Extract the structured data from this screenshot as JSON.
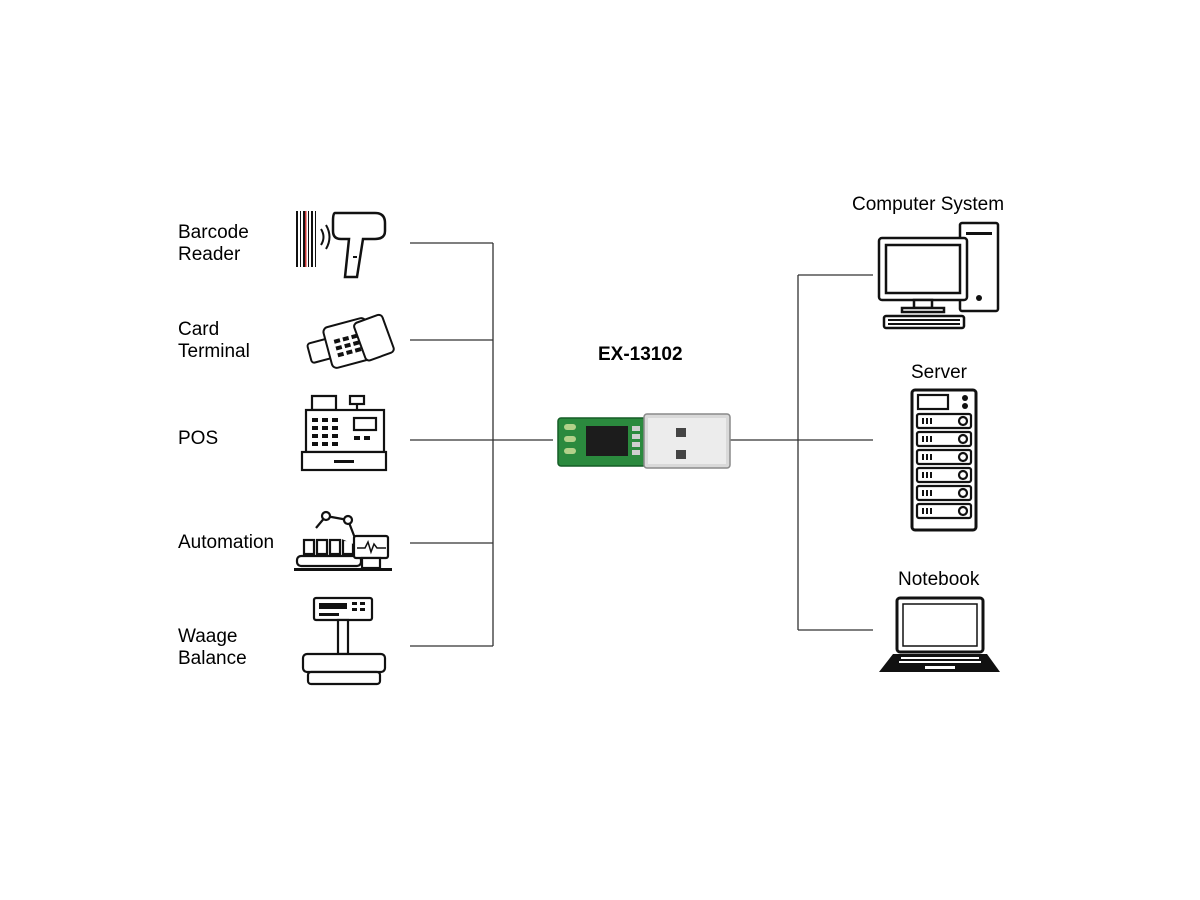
{
  "diagram": {
    "device_label": "EX-13102",
    "left_devices": [
      {
        "label": "Barcode\nReader",
        "icon": "barcode-reader-icon"
      },
      {
        "label": "Card\nTerminal",
        "icon": "card-terminal-icon"
      },
      {
        "label": "POS",
        "icon": "pos-register-icon"
      },
      {
        "label": "Automation",
        "icon": "automation-robot-icon"
      },
      {
        "label": "Waage\nBalance",
        "icon": "weighing-scale-icon"
      }
    ],
    "right_devices": [
      {
        "label": "Computer System",
        "icon": "desktop-computer-icon"
      },
      {
        "label": "Server",
        "icon": "server-rack-icon"
      },
      {
        "label": "Notebook",
        "icon": "laptop-icon"
      }
    ]
  }
}
